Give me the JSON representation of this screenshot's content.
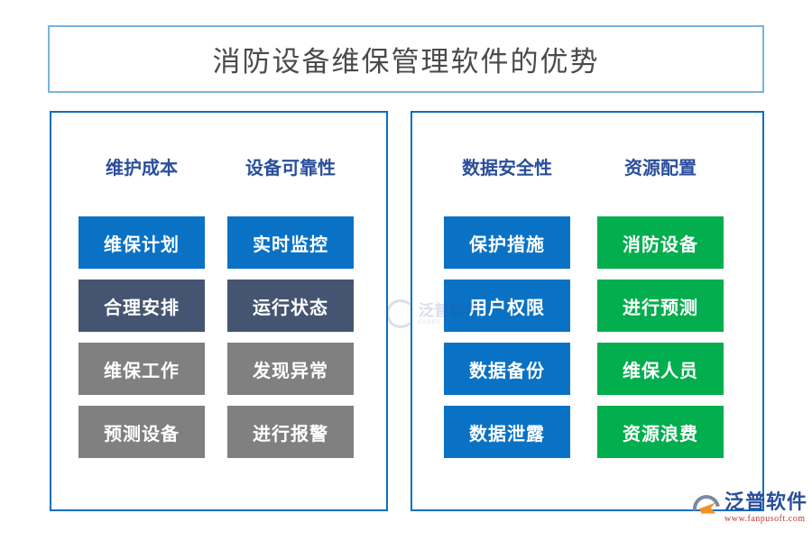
{
  "title": {
    "text": "消防设备维保管理软件的优势"
  },
  "colors": {
    "title_border": "#7ab3de",
    "title_text": "#4a4a4a",
    "panel_border": "#0b6fbd",
    "heading_text": "#2b4e9b",
    "chip_blue": "#0a72c4",
    "chip_slate": "#455571",
    "chip_gray": "#808080",
    "chip_green": "#02ae4e",
    "logo_text": "#2b4e9b",
    "logo_url": "#c0392b",
    "logo_swoosh": "#f2912b",
    "background": "#ffffff"
  },
  "panels": [
    {
      "name": "left-panel",
      "columns": [
        {
          "heading": "维护成本",
          "chips": [
            {
              "label": "维保计划",
              "style": "blue"
            },
            {
              "label": "合理安排",
              "style": "slate"
            },
            {
              "label": "维保工作",
              "style": "gray"
            },
            {
              "label": "预测设备",
              "style": "gray"
            }
          ]
        },
        {
          "heading": "设备可靠性",
          "chips": [
            {
              "label": "实时监控",
              "style": "blue"
            },
            {
              "label": "运行状态",
              "style": "slate"
            },
            {
              "label": "发现异常",
              "style": "gray"
            },
            {
              "label": "进行报警",
              "style": "gray"
            }
          ]
        }
      ]
    },
    {
      "name": "right-panel",
      "columns": [
        {
          "heading": "数据安全性",
          "chips": [
            {
              "label": "保护措施",
              "style": "blue"
            },
            {
              "label": "用户权限",
              "style": "blue"
            },
            {
              "label": "数据备份",
              "style": "blue"
            },
            {
              "label": "数据泄露",
              "style": "blue"
            }
          ]
        },
        {
          "heading": "资源配置",
          "chips": [
            {
              "label": "消防设备",
              "style": "green"
            },
            {
              "label": "进行预测",
              "style": "green"
            },
            {
              "label": "维保人员",
              "style": "green"
            },
            {
              "label": "资源浪费",
              "style": "green"
            }
          ]
        }
      ]
    }
  ],
  "watermark_center": {
    "brand_cn": "泛普软件",
    "brand_en": "FANPU SOFTWARE"
  },
  "logo": {
    "brand_cn": "泛普软件",
    "url": "www.fanpusoft.com"
  }
}
